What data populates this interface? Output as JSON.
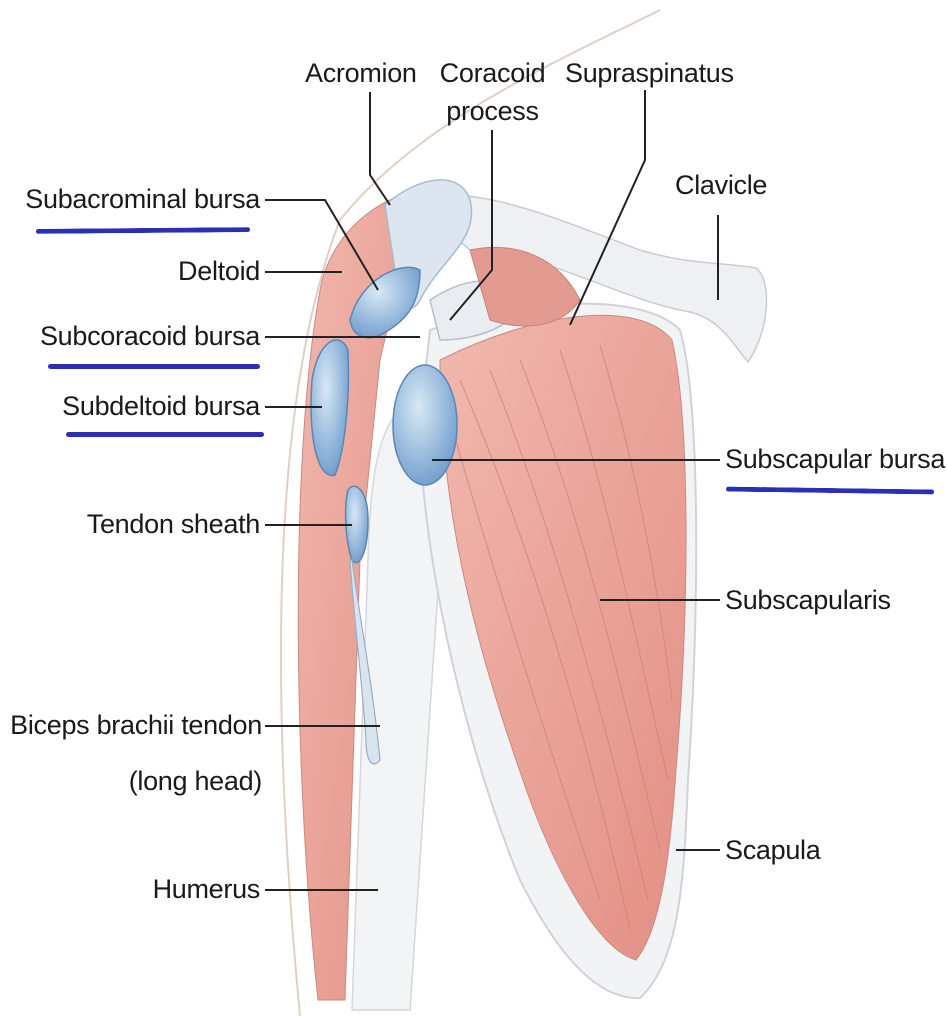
{
  "labels": {
    "acromion": "Acromion",
    "coracoid_line1": "Coracoid",
    "coracoid_line2": "process",
    "supraspinatus": "Supraspinatus",
    "clavicle": "Clavicle",
    "subacrominal_bursa": "Subacrominal bursa",
    "deltoid": "Deltoid",
    "subcoracoid_bursa": "Subcoracoid bursa",
    "subdeltoid_bursa": "Subdeltoid bursa",
    "subscapular_bursa": "Subscapular bursa",
    "tendon_sheath": "Tendon sheath",
    "subscapularis": "Subscapularis",
    "biceps_line1": "Biceps brachii tendon",
    "biceps_line2": "(long head)",
    "scapula": "Scapula",
    "humerus": "Humerus"
  },
  "colors": {
    "muscle": "#eaa49a",
    "muscle_light": "#f3c3ba",
    "bursa": "#8fb6da",
    "bone": "#eef0f3",
    "ink_underline": "#2b2fb5",
    "leader": "#222222"
  }
}
